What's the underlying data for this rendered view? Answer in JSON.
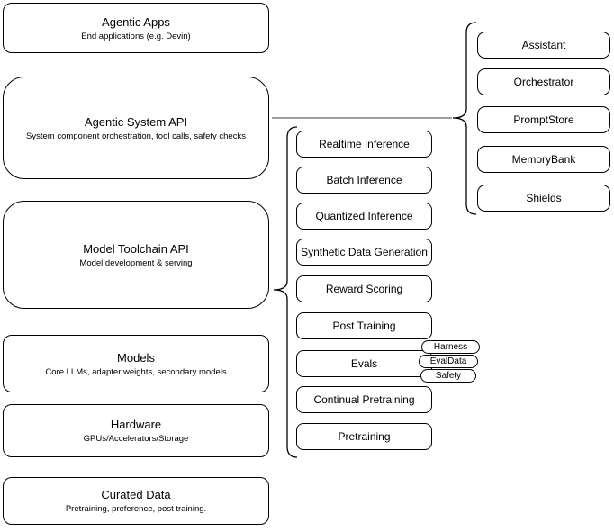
{
  "stack": [
    {
      "title": "Agentic Apps",
      "subtitle": "End applications (e.g. Devin)"
    },
    {
      "title": "Agentic System API",
      "subtitle": "System component orchestration, tool calls, safety checks"
    },
    {
      "title": "Model Toolchain API",
      "subtitle": "Model development & serving"
    },
    {
      "title": "Models",
      "subtitle": "Core LLMs, adapter weights, secondary models"
    },
    {
      "title": "Hardware",
      "subtitle": "GPUs/Accelerators/Storage"
    },
    {
      "title": "Curated Data",
      "subtitle": "Pretraining, preference, post training."
    }
  ],
  "toolchain": {
    "items": [
      "Realtime Inference",
      "Batch Inference",
      "Quantized Inference",
      "Synthetic Data Generation",
      "Reward Scoring",
      "Post Training",
      "Evals",
      "Continual Pretraining",
      "Pretraining"
    ]
  },
  "system": {
    "items": [
      "Assistant",
      "Orchestrator",
      "PromptStore",
      "MemoryBank",
      "Shields"
    ]
  },
  "eval_tags": [
    "Harness",
    "EvalData",
    "Safety"
  ],
  "colors": {
    "shape_stroke": "#000000",
    "connector_stroke": "#7d7d7d",
    "fill": "#ffffff",
    "text": "#000000"
  }
}
